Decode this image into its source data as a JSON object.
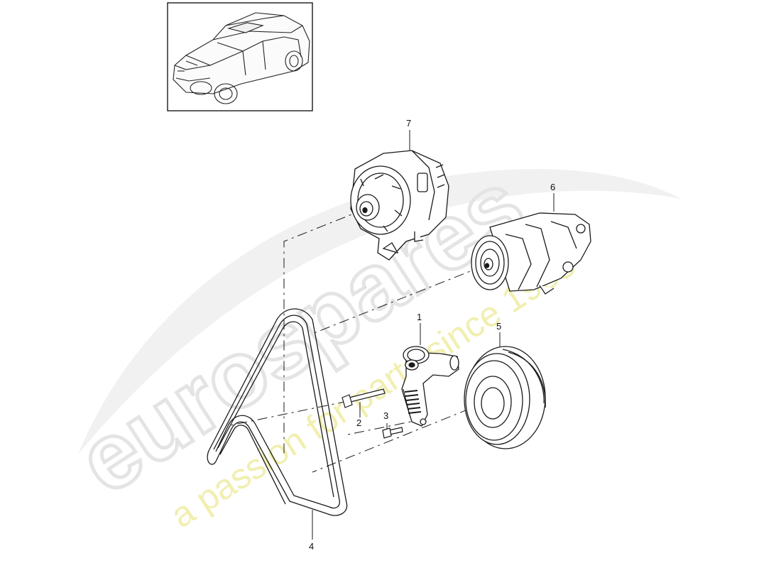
{
  "watermark": {
    "brand": "eurospares",
    "tagline": "a passion for parts since 1985",
    "brand_color": "#e6e6e6",
    "tagline_color": "#f3f0a8"
  },
  "diagram": {
    "line_color": "#1a1a1a",
    "thumbnail": {
      "subject": "suv-vehicle-overview"
    },
    "callouts": [
      {
        "id": "1",
        "label": "1",
        "part": "belt-tensioner"
      },
      {
        "id": "2",
        "label": "2",
        "part": "long-bolt"
      },
      {
        "id": "3",
        "label": "3",
        "part": "short-bolt"
      },
      {
        "id": "4",
        "label": "4",
        "part": "poly-v-belt"
      },
      {
        "id": "5",
        "label": "5",
        "part": "crankshaft-pulley"
      },
      {
        "id": "6",
        "label": "6",
        "part": "ac-compressor"
      },
      {
        "id": "7",
        "label": "7",
        "part": "alternator"
      }
    ]
  }
}
